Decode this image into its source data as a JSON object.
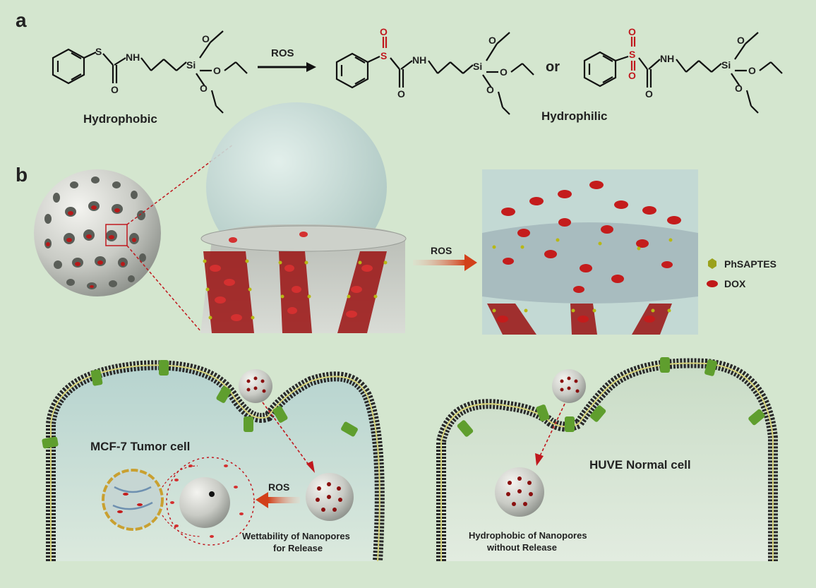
{
  "panel_labels": {
    "a": "a",
    "b": "b"
  },
  "reaction": {
    "arrow_label": "ROS",
    "or_label": "or",
    "hydrophobic_label": "Hydrophobic",
    "hydrophilic_label": "Hydrophilic",
    "atoms": {
      "S": "S",
      "O": "O",
      "NH": "NH",
      "Si": "Si"
    }
  },
  "mechanism": {
    "arrow_label": "ROS",
    "legend": [
      {
        "name": "PhSAPTES",
        "color": "#9aa21c",
        "icon": "hexagon-icon"
      },
      {
        "name": "DOX",
        "color": "#c01818",
        "icon": "red-disc-icon"
      }
    ]
  },
  "cells": {
    "tumor": {
      "title": "MCF-7 Tumor cell",
      "ros_label": "ROS",
      "caption_line1": "Wettability of Nanopores",
      "caption_line2": "for Release"
    },
    "normal": {
      "title": "HUVE Normal cell",
      "caption_line1": "Hydrophobic of Nanopores",
      "caption_line2": "without Release"
    }
  },
  "colors": {
    "background": "#d4e6cf",
    "sulfur_oxidation": "#c0181e",
    "ros_arrow": "#d2401a",
    "membrane": "#2a2a2a",
    "membrane_protein": "#5f9e2e"
  }
}
